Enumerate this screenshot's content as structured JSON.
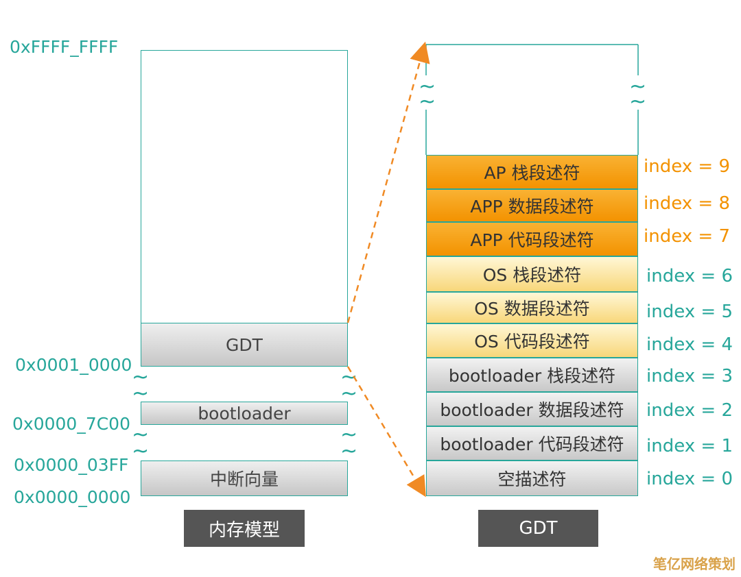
{
  "memory_model": {
    "addresses": {
      "top": "0xFFFF_FFFF",
      "gdt_base": "0x0001_0000",
      "bootloader": "0x0000_7C00",
      "ivt_end": "0x0000_03FF",
      "bottom": "0x0000_0000"
    },
    "regions": {
      "gdt": "GDT",
      "bootloader": "bootloader",
      "ivt": "中断向量"
    },
    "caption": "内存模型",
    "tilde": "~"
  },
  "gdt": {
    "caption": "GDT",
    "rows": [
      {
        "label": "AP 栈段述符",
        "index": "index = 9",
        "style": "orange"
      },
      {
        "label": "APP 数据段述符",
        "index": "index = 8",
        "style": "orange"
      },
      {
        "label": "APP 代码段述符",
        "index": "index = 7",
        "style": "orange"
      },
      {
        "label": "OS 栈段述符",
        "index": "index = 6",
        "style": "yellow"
      },
      {
        "label": "OS 数据段述符",
        "index": "index = 5",
        "style": "yellow"
      },
      {
        "label": "OS 代码段述符",
        "index": "index = 4",
        "style": "yellow"
      },
      {
        "label": "bootloader 栈段述符",
        "index": "index = 3",
        "style": "gray"
      },
      {
        "label": "bootloader 数据段述符",
        "index": "index = 2",
        "style": "gray"
      },
      {
        "label": "bootloader 代码段述符",
        "index": "index = 1",
        "style": "gray"
      },
      {
        "label": "空描述符",
        "index": "index = 0",
        "style": "gray"
      }
    ]
  },
  "colors": {
    "teal": "#26a69a",
    "orange_index": "#f39200",
    "arrow": "#f08a24"
  },
  "watermark": "笔亿网络策划"
}
